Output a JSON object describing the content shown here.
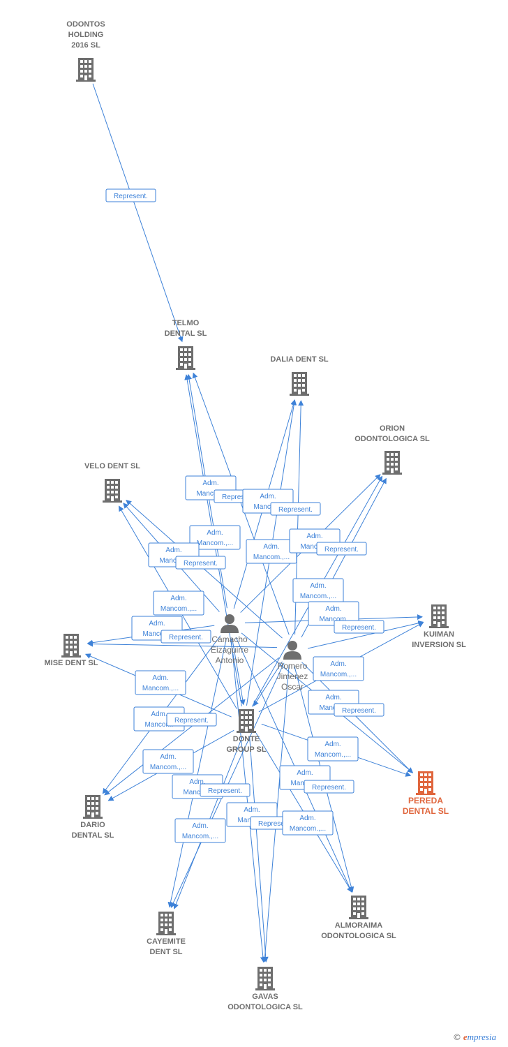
{
  "colors": {
    "edge": "#3e82d8",
    "node": "#6e6e6e",
    "highlight": "#e0663d"
  },
  "companies": [
    {
      "id": "odontos",
      "lines": [
        "ODONTOS",
        "HOLDING",
        "2016  SL"
      ],
      "icon": "building-icon"
    },
    {
      "id": "telmo",
      "lines": [
        "TELMO",
        "DENTAL SL"
      ],
      "icon": "building-icon"
    },
    {
      "id": "dalia",
      "lines": [
        "DALIA DENT SL"
      ],
      "icon": "building-icon"
    },
    {
      "id": "orion",
      "lines": [
        "ORION",
        "ODONTOLOGICA SL"
      ],
      "icon": "building-icon"
    },
    {
      "id": "velo",
      "lines": [
        "VELO DENT SL"
      ],
      "icon": "building-icon"
    },
    {
      "id": "kuiman",
      "lines": [
        "KUIMAN",
        "INVERSION SL"
      ],
      "icon": "building-icon"
    },
    {
      "id": "mise",
      "lines": [
        "MISE DENT SL"
      ],
      "icon": "building-icon"
    },
    {
      "id": "donte",
      "lines": [
        "DONTE",
        "GROUP  SL"
      ],
      "icon": "building-icon"
    },
    {
      "id": "pereda",
      "lines": [
        "PEREDA",
        "DENTAL  SL"
      ],
      "icon": "building-icon",
      "highlight": true
    },
    {
      "id": "dario",
      "lines": [
        "DARIO",
        "DENTAL SL"
      ],
      "icon": "building-icon"
    },
    {
      "id": "almoraima",
      "lines": [
        "ALMORAIMA",
        "ODONTOLOGICA SL"
      ],
      "icon": "building-icon"
    },
    {
      "id": "cayemite",
      "lines": [
        "CAYEMITE",
        "DENT SL"
      ],
      "icon": "building-icon"
    },
    {
      "id": "gavas",
      "lines": [
        "GAVAS",
        "ODONTOLOGICA SL"
      ],
      "icon": "building-icon"
    }
  ],
  "people": [
    {
      "id": "camacho",
      "lines": [
        "Camacho",
        "Eizaguirre",
        "Antonio"
      ],
      "icon": "person-icon"
    },
    {
      "id": "romero",
      "lines": [
        "Romero",
        "Jimenez",
        "Oscar"
      ],
      "icon": "person-icon"
    }
  ],
  "edge_labels": [
    {
      "id": "l1",
      "lines": [
        "Represent."
      ]
    },
    {
      "id": "l2",
      "lines": [
        "Adm.",
        "Mancom."
      ]
    },
    {
      "id": "l3",
      "lines": [
        "Represent."
      ]
    },
    {
      "id": "l4",
      "lines": [
        "Adm.",
        "Mancom."
      ]
    },
    {
      "id": "l5",
      "lines": [
        "Represent."
      ]
    },
    {
      "id": "l6",
      "lines": [
        "Adm.",
        "Mancom.,..."
      ]
    },
    {
      "id": "l7",
      "lines": [
        "Adm.",
        "Mancom."
      ]
    },
    {
      "id": "l8",
      "lines": [
        "Represent."
      ]
    },
    {
      "id": "l9",
      "lines": [
        "Adm.",
        "Mancom.,..."
      ]
    },
    {
      "id": "l10",
      "lines": [
        "Adm.",
        "Mancom."
      ]
    },
    {
      "id": "l11",
      "lines": [
        "Represent."
      ]
    },
    {
      "id": "l12",
      "lines": [
        "Adm.",
        "Mancom.,..."
      ]
    },
    {
      "id": "l13",
      "lines": [
        "Adm.",
        "Mancom.,..."
      ]
    },
    {
      "id": "l14",
      "lines": [
        "Adm.",
        "Mancom."
      ]
    },
    {
      "id": "l15",
      "lines": [
        "Represent."
      ]
    },
    {
      "id": "l16",
      "lines": [
        "Adm.",
        "Mancom."
      ]
    },
    {
      "id": "l17",
      "lines": [
        "Represent."
      ]
    },
    {
      "id": "l18",
      "lines": [
        "Adm.",
        "Mancom.,..."
      ]
    },
    {
      "id": "l19",
      "lines": [
        "Adm.",
        "Mancom.,..."
      ]
    },
    {
      "id": "l20",
      "lines": [
        "Adm.",
        "Mancom."
      ]
    },
    {
      "id": "l21",
      "lines": [
        "Represent."
      ]
    },
    {
      "id": "l22",
      "lines": [
        "Adm.",
        "Mancom."
      ]
    },
    {
      "id": "l23",
      "lines": [
        "Represent."
      ]
    },
    {
      "id": "l24",
      "lines": [
        "Adm.",
        "Mancom.,..."
      ]
    },
    {
      "id": "l25",
      "lines": [
        "Adm.",
        "Mancom.,..."
      ]
    },
    {
      "id": "l26",
      "lines": [
        "Adm.",
        "Mancom."
      ]
    },
    {
      "id": "l27",
      "lines": [
        "Represent."
      ]
    },
    {
      "id": "l28",
      "lines": [
        "Adm.",
        "Mancom."
      ]
    },
    {
      "id": "l29",
      "lines": [
        "Represent."
      ]
    },
    {
      "id": "l30",
      "lines": [
        "Adm.",
        "Mancom.,..."
      ]
    },
    {
      "id": "l31",
      "lines": [
        "Adm.",
        "Mancom."
      ]
    },
    {
      "id": "l32",
      "lines": [
        "Represent."
      ]
    },
    {
      "id": "l33",
      "lines": [
        "Adm.",
        "Mancom.,..."
      ]
    }
  ],
  "edges": [
    {
      "from": "odontos",
      "to": "telmo"
    },
    {
      "from": "camacho",
      "to": "telmo"
    },
    {
      "from": "romero",
      "to": "telmo"
    },
    {
      "from": "donte",
      "to": "telmo"
    },
    {
      "from": "camacho",
      "to": "dalia"
    },
    {
      "from": "romero",
      "to": "dalia"
    },
    {
      "from": "donte",
      "to": "dalia"
    },
    {
      "from": "camacho",
      "to": "orion"
    },
    {
      "from": "romero",
      "to": "orion"
    },
    {
      "from": "donte",
      "to": "orion"
    },
    {
      "from": "camacho",
      "to": "velo"
    },
    {
      "from": "romero",
      "to": "velo"
    },
    {
      "from": "donte",
      "to": "velo"
    },
    {
      "from": "camacho",
      "to": "kuiman"
    },
    {
      "from": "romero",
      "to": "kuiman"
    },
    {
      "from": "donte",
      "to": "kuiman"
    },
    {
      "from": "camacho",
      "to": "mise"
    },
    {
      "from": "romero",
      "to": "mise"
    },
    {
      "from": "donte",
      "to": "mise"
    },
    {
      "from": "camacho",
      "to": "pereda"
    },
    {
      "from": "romero",
      "to": "pereda"
    },
    {
      "from": "donte",
      "to": "pereda"
    },
    {
      "from": "camacho",
      "to": "dario"
    },
    {
      "from": "romero",
      "to": "dario"
    },
    {
      "from": "donte",
      "to": "dario"
    },
    {
      "from": "camacho",
      "to": "almoraima"
    },
    {
      "from": "romero",
      "to": "almoraima"
    },
    {
      "from": "donte",
      "to": "almoraima"
    },
    {
      "from": "camacho",
      "to": "cayemite"
    },
    {
      "from": "romero",
      "to": "cayemite"
    },
    {
      "from": "donte",
      "to": "cayemite"
    },
    {
      "from": "camacho",
      "to": "gavas"
    },
    {
      "from": "romero",
      "to": "gavas"
    },
    {
      "from": "donte",
      "to": "gavas"
    },
    {
      "from": "camacho",
      "to": "donte"
    },
    {
      "from": "romero",
      "to": "donte"
    }
  ],
  "footer": {
    "copyright": "©",
    "brand_initial": "e",
    "brand_rest": "mpresia"
  }
}
